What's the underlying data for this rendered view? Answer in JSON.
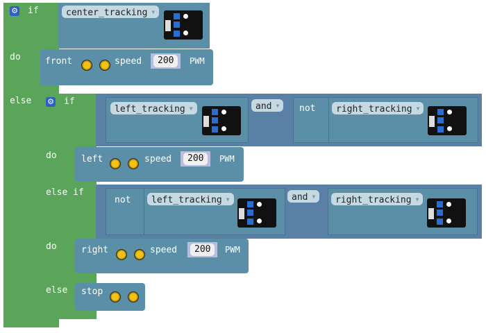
{
  "blocks": {
    "if_label": "if",
    "do_label": "do",
    "else_label": "else",
    "else_if_label": "else if",
    "sensor_center": "center_tracking",
    "sensor_left": "left_tracking",
    "sensor_right": "right_tracking",
    "and_label": "and",
    "not_label": "not",
    "speed_label": "speed",
    "pwm_label": "PWM",
    "front": {
      "label": "front",
      "speed": "200"
    },
    "left": {
      "label": "left",
      "speed": "200"
    },
    "right": {
      "label": "right",
      "speed": "200"
    },
    "stop": {
      "label": "stop"
    }
  },
  "icons": {
    "gear": "⚙",
    "dropdown": "▼"
  }
}
